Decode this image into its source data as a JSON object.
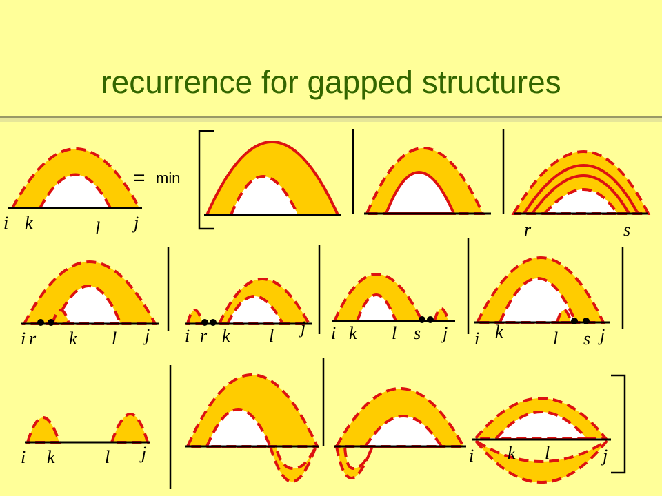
{
  "title": "recurrence for gapped structures",
  "equals_sign": "=",
  "min_label": "min",
  "colors": {
    "background": "#ffff99",
    "title": "#336600",
    "band_fill": "#ffcc00",
    "dashed_stroke": "#dd1111",
    "inner_fill": "#ffffff",
    "line": "#000000"
  },
  "labels": {
    "top_lhs": [
      "i",
      "k",
      "l",
      "j"
    ],
    "top_case4": [
      "r",
      "s"
    ],
    "mid_case1": [
      "i",
      "r",
      "k",
      "l",
      "j"
    ],
    "mid_case2": [
      "i",
      "r",
      "k",
      "l",
      "j"
    ],
    "mid_case3": [
      "i",
      "k",
      "l",
      "s",
      "j"
    ],
    "mid_case4": [
      "i",
      "k",
      "l",
      "s",
      "j"
    ],
    "bot_case1": [
      "i",
      "k",
      "l",
      "j"
    ],
    "bot_case4": [
      "i",
      "k",
      "l",
      "j"
    ]
  }
}
